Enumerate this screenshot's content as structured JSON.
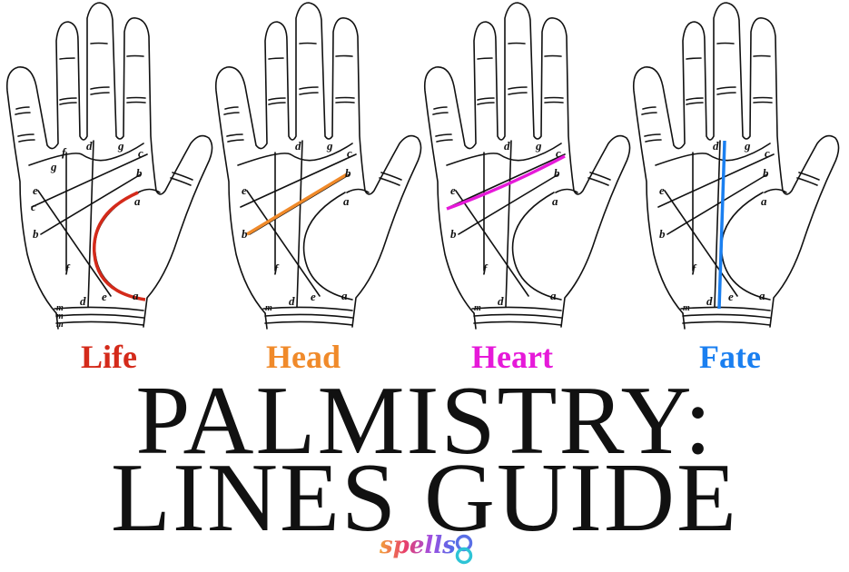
{
  "hands": [
    {
      "line": "Life",
      "color": "#d42a1a",
      "highlight": "life"
    },
    {
      "line": "Head",
      "color": "#f08a2a",
      "highlight": "head"
    },
    {
      "line": "Heart",
      "color": "#e619d9",
      "highlight": "heart"
    },
    {
      "line": "Fate",
      "color": "#1a7ff0",
      "highlight": "fate"
    }
  ],
  "letters": {
    "a": "a",
    "b": "b",
    "c": "c",
    "d": "d",
    "e": "e",
    "f": "f",
    "g": "g",
    "m": "m"
  },
  "title": {
    "line1": "PALMISTRY:",
    "line2": "LINES GUIDE"
  },
  "logo": {
    "text": "spells"
  }
}
